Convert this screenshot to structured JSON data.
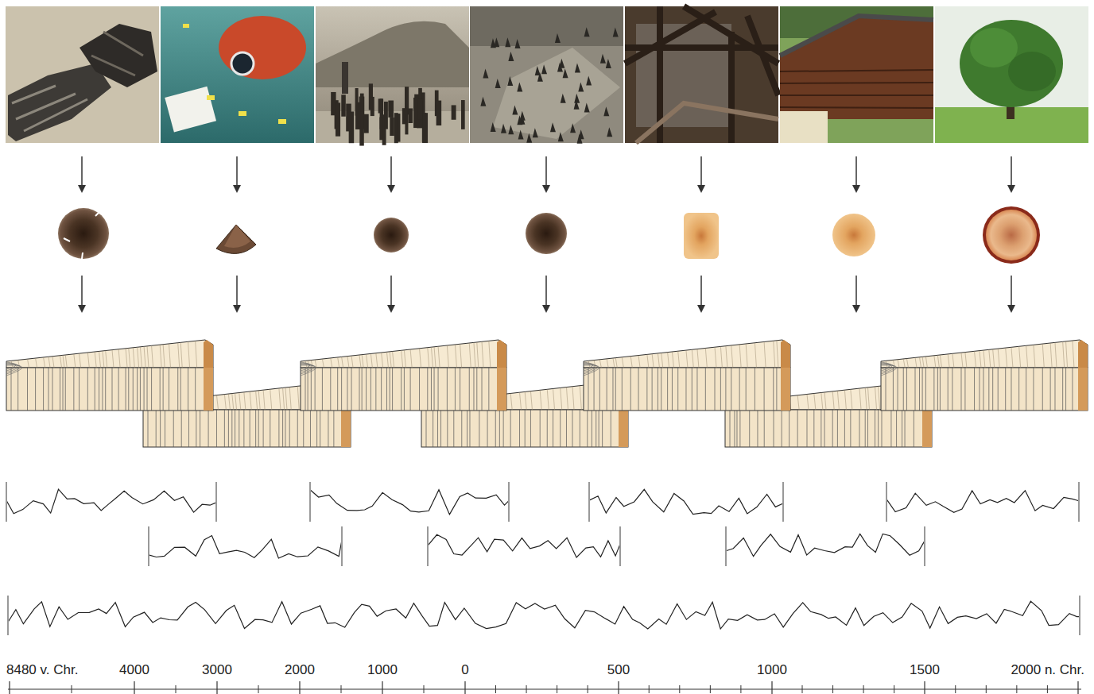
{
  "diagram": {
    "labels": [
      "8480 v. Chr.",
      "4000",
      "3000",
      "2000",
      "1000",
      "0",
      "500",
      "1000",
      "1500",
      "2000 n. Chr."
    ]
  }
}
